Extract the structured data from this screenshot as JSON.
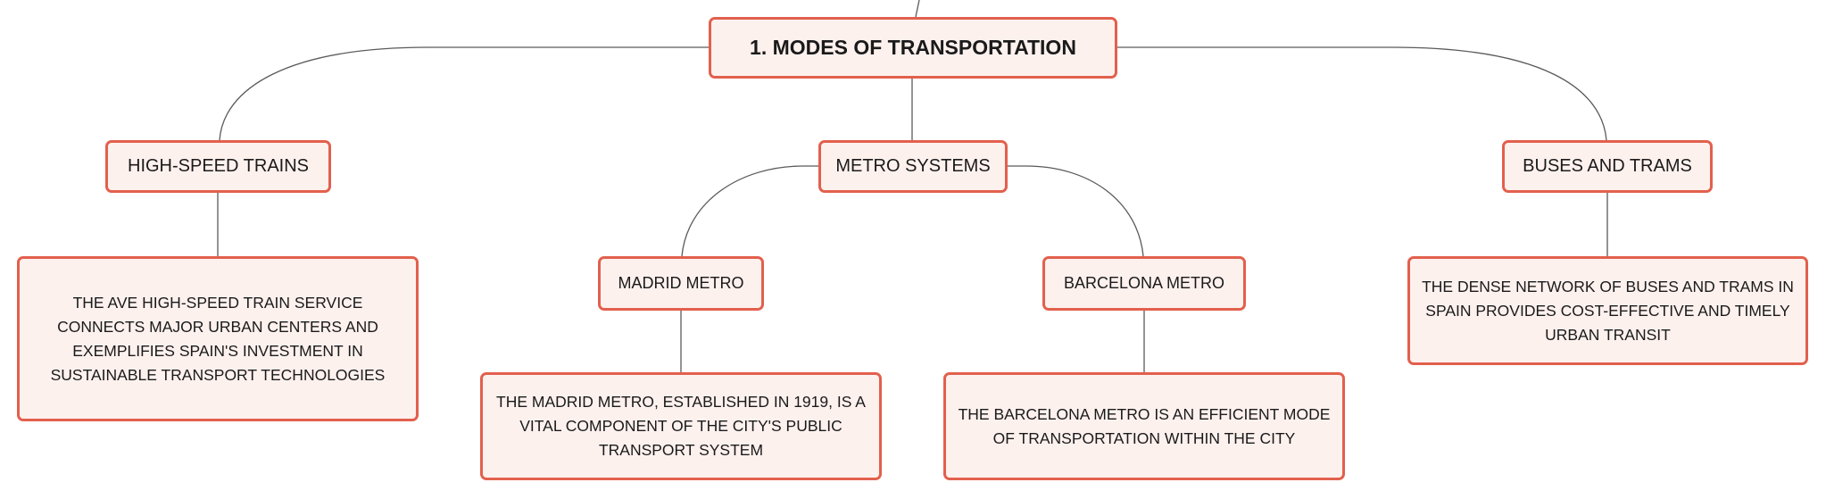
{
  "mindmap": {
    "root": {
      "label": "1. MODES OF TRANSPORTATION"
    },
    "branches": [
      {
        "label": "HIGH-SPEED TRAINS",
        "detail": "THE AVE HIGH-SPEED TRAIN SERVICE CONNECTS MAJOR URBAN CENTERS AND EXEMPLIFIES SPAIN'S INVESTMENT IN SUSTAINABLE TRANSPORT TECHNOLOGIES"
      },
      {
        "label": "METRO SYSTEMS",
        "children": [
          {
            "label": "MADRID METRO",
            "detail": "THE MADRID METRO, ESTABLISHED IN 1919, IS A VITAL COMPONENT OF THE CITY'S PUBLIC TRANSPORT SYSTEM"
          },
          {
            "label": "BARCELONA METRO",
            "detail": "THE BARCELONA METRO IS AN EFFICIENT MODE OF TRANSPORTATION WITHIN THE CITY"
          }
        ]
      },
      {
        "label": "BUSES AND TRAMS",
        "detail": "THE DENSE NETWORK OF BUSES AND TRAMS IN SPAIN PROVIDES COST-EFFECTIVE AND TIMELY URBAN TRANSIT"
      }
    ]
  },
  "colors": {
    "node_border": "#e2604d",
    "node_fill": "#fdf1ee",
    "connector": "#5a5a5a",
    "text": "#1a1a1a"
  }
}
